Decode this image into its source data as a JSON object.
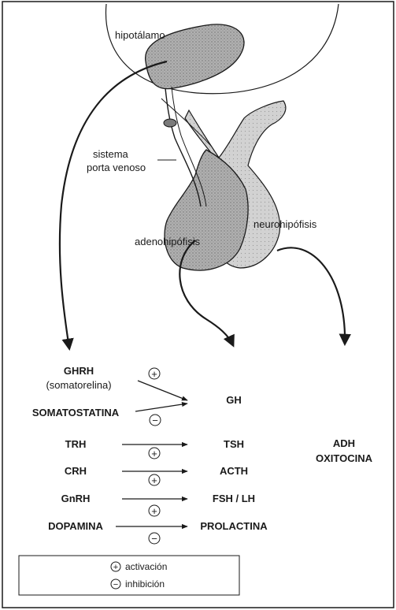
{
  "labels": {
    "hypothalamus": "hipotálamo",
    "portal_line1": "sistema",
    "portal_line2": "porta venoso",
    "adeno": "adenohipófisis",
    "neuro": "neurohipófisis"
  },
  "releasing_hormones": {
    "ghrh": "GHRH",
    "ghrh_alias": "(somatorelina)",
    "somatostatina": "SOMATOSTATINA",
    "trh": "TRH",
    "crh": "CRH",
    "gnrh": "GnRH",
    "dopamina": "DOPAMINA"
  },
  "pituitary_hormones": {
    "gh": "GH",
    "tsh": "TSH",
    "acth": "ACTH",
    "fsh_lh": "FSH / LH",
    "prolactina": "PROLACTINA"
  },
  "posterior_hormones": {
    "adh": "ADH",
    "oxitocina": "OXITOCINA"
  },
  "symbols": {
    "plus": "+",
    "minus": "−"
  },
  "legend": {
    "activation": "activación",
    "inhibition": "inhibición"
  },
  "colors": {
    "ink": "#1a1a1a",
    "gland_fill": "#9a9a9a",
    "gland_light": "#c4c4c4"
  }
}
